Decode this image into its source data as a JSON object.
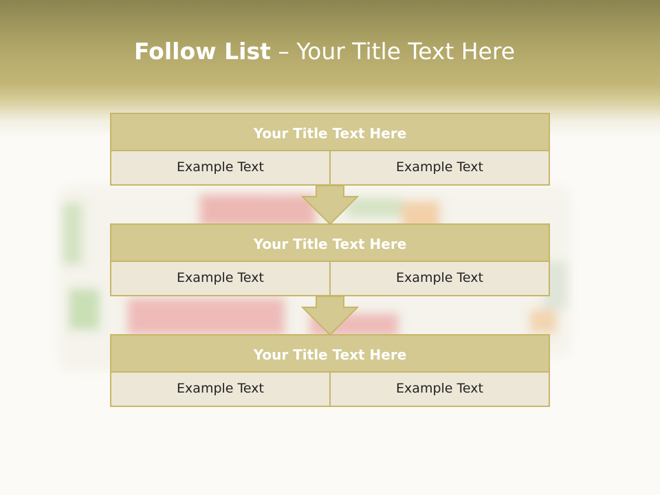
{
  "slide": {
    "title_bold": "Follow List",
    "title_rest": "– Your Title Text Here",
    "blocks": [
      {
        "title": "Your Title Text Here",
        "left": "Example Text",
        "right": "Example Text"
      },
      {
        "title": "Your Title Text Here",
        "left": "Example Text",
        "right": "Example Text"
      },
      {
        "title": "Your Title Text Here",
        "left": "Example Text",
        "right": "Example Text"
      }
    ]
  },
  "colors": {
    "header": "#aea466",
    "box_title": "#d3c991",
    "box_border": "#c6b669",
    "box_cell": "#ede7d8"
  },
  "icons": [
    "down-arrow-icon"
  ]
}
